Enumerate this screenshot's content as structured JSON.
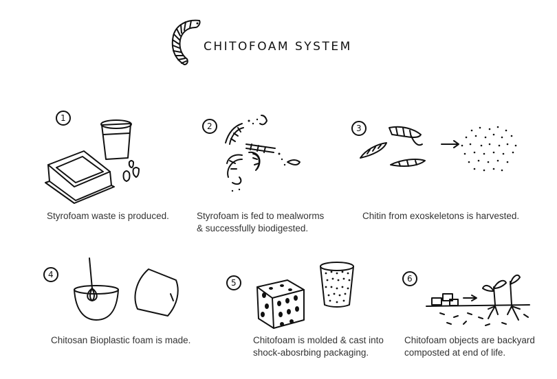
{
  "title": "CHITOFOAM SYSTEM",
  "steps": [
    {
      "number": "1",
      "caption": "Styrofoam waste is produced."
    },
    {
      "number": "2",
      "caption_line1": "Styrofoam is fed to mealworms",
      "caption_line2": "& successfully biodigested."
    },
    {
      "number": "3",
      "caption": "Chitin from exoskeletons is harvested."
    },
    {
      "number": "4",
      "caption": "Chitosan Bioplastic foam is made."
    },
    {
      "number": "5",
      "caption_line1": "Chitofoam is molded & cast into",
      "caption_line2": "shock-abosrbing packaging."
    },
    {
      "number": "6",
      "caption_line1": "Chitofoam objects are backyard",
      "caption_line2": "composted at end of life."
    }
  ]
}
